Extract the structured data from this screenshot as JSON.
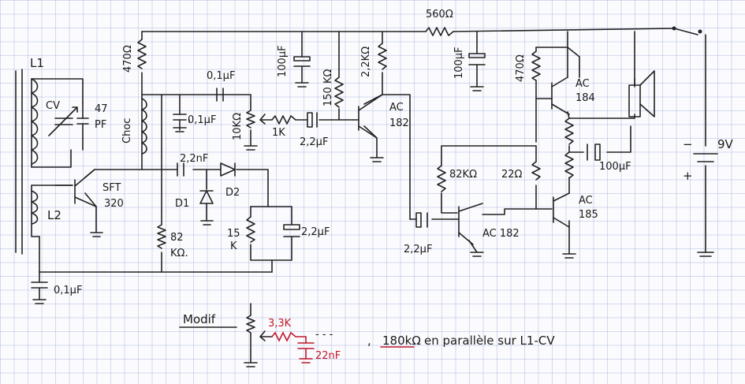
{
  "labels": {
    "l1": "L1",
    "cv": "CV",
    "c47": "47",
    "pf": "PF",
    "l2": "L2",
    "sft": "SFT",
    "sft_num": "320",
    "r470a": "470Ω",
    "choc": "Choc",
    "c01a": "0,1µF",
    "c01b": "0,1µF",
    "pot10k": "10KΩ",
    "r1k": "1K",
    "c22a": "2,2µF",
    "c100a": "100µF",
    "r150k": "150 KΩ",
    "r22k": "2,2KΩ",
    "ac182a": "AC",
    "ac182a_num": "182",
    "r560": "560Ω",
    "c100b": "100µF",
    "r470b": "470Ω",
    "ac184": "AC",
    "ac184_num": "184",
    "c22nf": "2,2nF",
    "d1": "D1",
    "d2": "D2",
    "r15k": "15",
    "r15k_k": "K",
    "c22b": "2,2µF",
    "r82": "82",
    "r82_unit": "KΩ.",
    "r82k": "82KΩ",
    "r22": "22Ω",
    "c100c": "100µF",
    "ac185": "AC",
    "ac185_num": "185",
    "c22c": "2,2µF",
    "ac182b": "AC 182",
    "v9": "9V",
    "minus": "−",
    "plus": "+",
    "c01c": "0,1µF",
    "modif": "Modif",
    "r33k": "3,3K",
    "c22nf_red": "22nF",
    "dots": "- - -",
    "note_value": "180kΩ",
    "note_text": "en parallèle sur L1-CV"
  },
  "colors": {
    "ink": "#222222",
    "red": "#c0182a",
    "grid": "#8c9ad0"
  }
}
